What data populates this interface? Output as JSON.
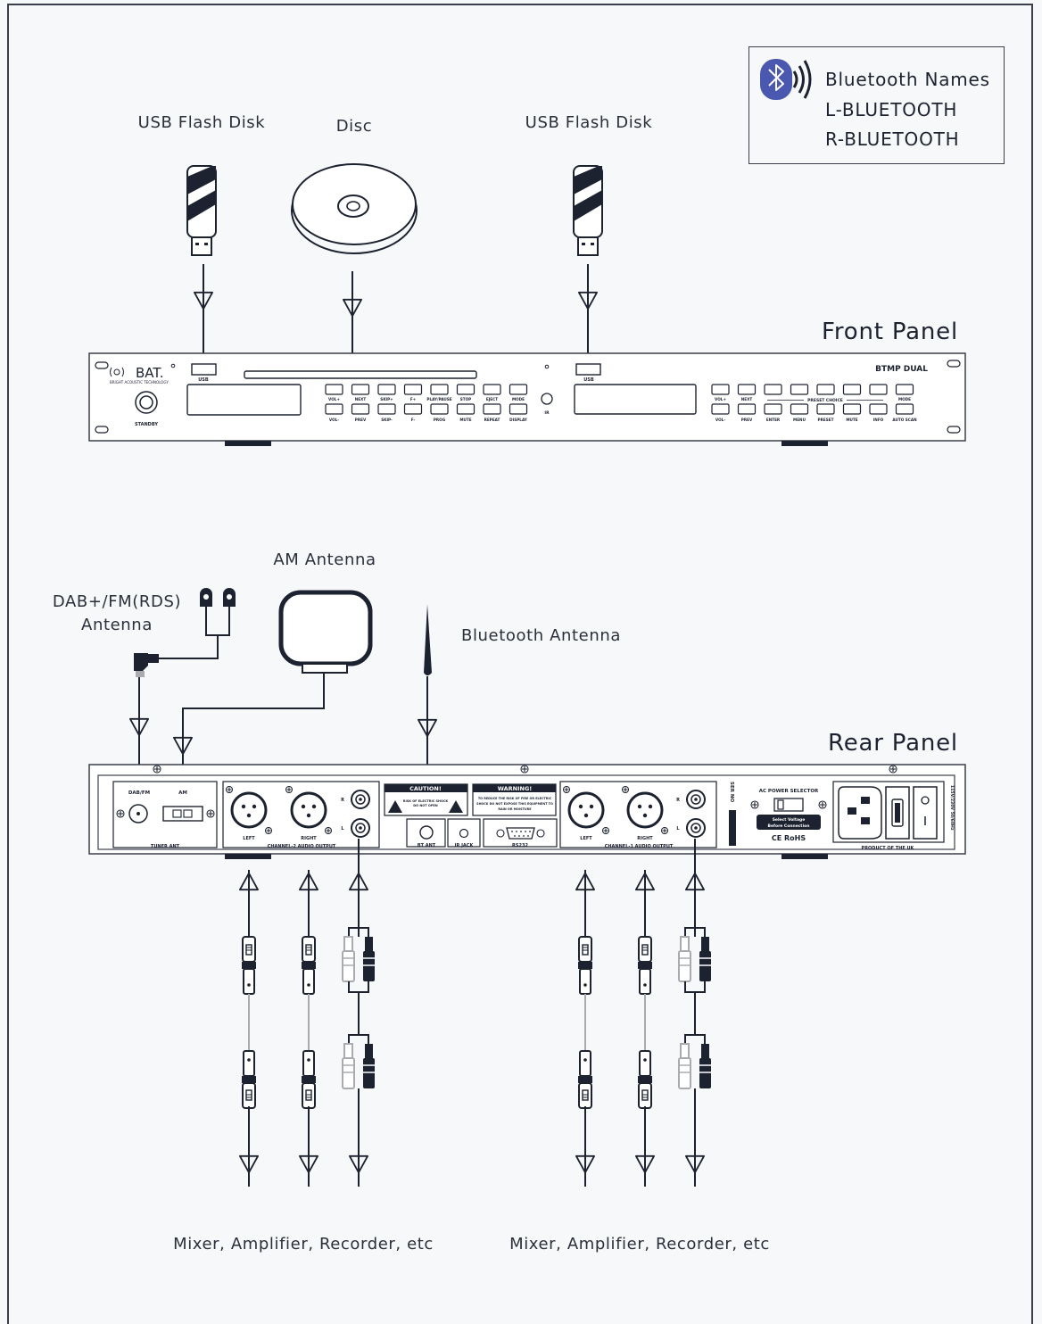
{
  "labels": {
    "usb_left": "USB Flash Disk",
    "disc": "Disc",
    "usb_right": "USB Flash Disk",
    "am_antenna": "AM Antenna",
    "dab_antenna_line1": "DAB+/FM(RDS)",
    "dab_antenna_line2": "Antenna",
    "bt_antenna": "Bluetooth Antenna",
    "front_panel": "Front Panel",
    "rear_panel": "Rear Panel",
    "destination_left": "Mixer, Amplifier, Recorder, etc",
    "destination_right": "Mixer, Amplifier, Recorder, etc"
  },
  "bluetooth_box": {
    "title": "Bluetooth Names",
    "names": [
      "L-BLUETOOTH",
      "R-BLUETOOTH"
    ]
  },
  "front_panel": {
    "brand": "BAT.",
    "brand_sub": "BRIGHT ACOUSTIC TECHNOLOGY",
    "model": "BTMP DUAL",
    "standby": "STANDBY",
    "usb_label": "USB",
    "ir_label": "IR",
    "left_buttons_top": [
      "VOL+",
      "NEXT",
      "SKIP+",
      "F+",
      "PLAY/PAUSE",
      "STOP",
      "EJECT",
      "MODE"
    ],
    "left_buttons_bottom": [
      "VOL-",
      "PREV",
      "SKIP-",
      "F-",
      "PROG",
      "MUTE",
      "REPEAT",
      "DISPLAY"
    ],
    "right_buttons_top": [
      "VOL+",
      "NEXT",
      "",
      "",
      "",
      "",
      "",
      "MODE"
    ],
    "right_buttons_bottom": [
      "VOL-",
      "PREV",
      "ENTER",
      "MENU",
      "PRESET",
      "MUTE",
      "INFO",
      "AUTO SCAN"
    ],
    "preset_choice": "PRESET CHOICE"
  },
  "rear_panel": {
    "dab_fm": "DAB/FM",
    "am": "AM",
    "tuner_ant": "TUNER ANT",
    "left": "LEFT",
    "right": "RIGHT",
    "r": "R",
    "l": "L",
    "ch2_output": "CHANNEL-2 AUDIO OUTPUT",
    "ch1_output": "CHANNEL-1 AUDIO OUTPUT",
    "caution_title": "CAUTION!",
    "caution_text_1": "RISK OF ELECTRIC SHOCK",
    "caution_text_2": "DO NOT OPEN",
    "warning_title": "WARNING!",
    "warning_text_1": "TO REDUCE THE RISK OF FIRE OR ELECTRIC",
    "warning_text_2": "SHOCK DO NOT EXPOSE THIS EQUIPMENT TO",
    "warning_text_3": "RAIN OR MOISTURE",
    "bt_ant": "BT ANT",
    "ir_jack": "IR JACK",
    "rs232": "RS232",
    "serial_no": "SER NO",
    "ac_selector": "AC POWER SELECTOR",
    "select_voltage_1": "Select Voltage",
    "select_voltage_2": "Before Connection",
    "compliance": "CE RoHS",
    "voltage": "115V/230V 50/60Hz",
    "product_of": "PRODUCT OF THE UK"
  },
  "colors": {
    "line": "#1d2230",
    "panel_stroke": "#3b3f4a",
    "bluetooth_blue": "#4a58b0",
    "cable_grey": "#a9abb1",
    "background": "#f7f8fa"
  }
}
